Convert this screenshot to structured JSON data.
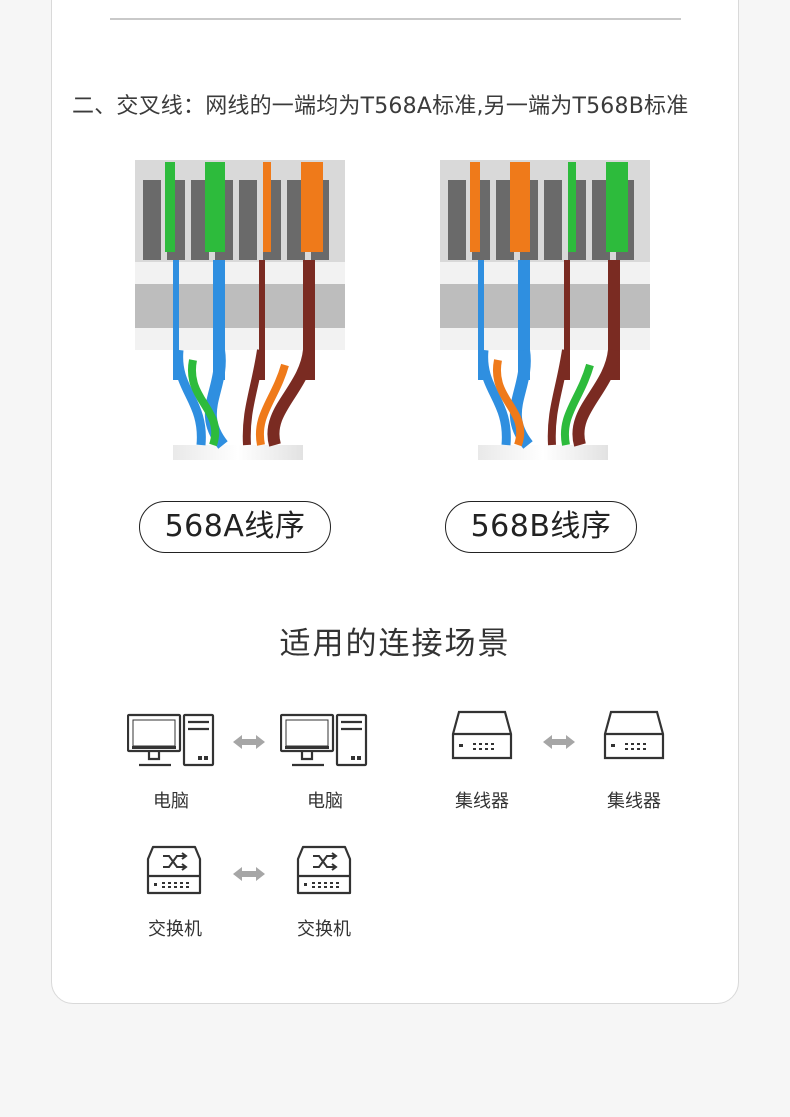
{
  "heading": "二、交叉线：网线的一端均为T568A标准,另一端为T568B标准",
  "connectors": [
    {
      "label": "568A线序"
    },
    {
      "label": "568B线序"
    }
  ],
  "scenes": {
    "title": "适用的连接场景",
    "pairs": [
      {
        "left": "电脑",
        "right": "电脑",
        "icon": "computer-icon"
      },
      {
        "left": "集线器",
        "right": "集线器",
        "icon": "hub-icon"
      },
      {
        "left": "交换机",
        "right": "交换机",
        "icon": "switch-icon"
      }
    ]
  },
  "colors": {
    "green": "#2dbb3c",
    "orange": "#ef7a1a",
    "blue": "#2f8fe0",
    "brown": "#7a2b22",
    "arrow": "#a6a6a6",
    "icon": "#333333"
  }
}
